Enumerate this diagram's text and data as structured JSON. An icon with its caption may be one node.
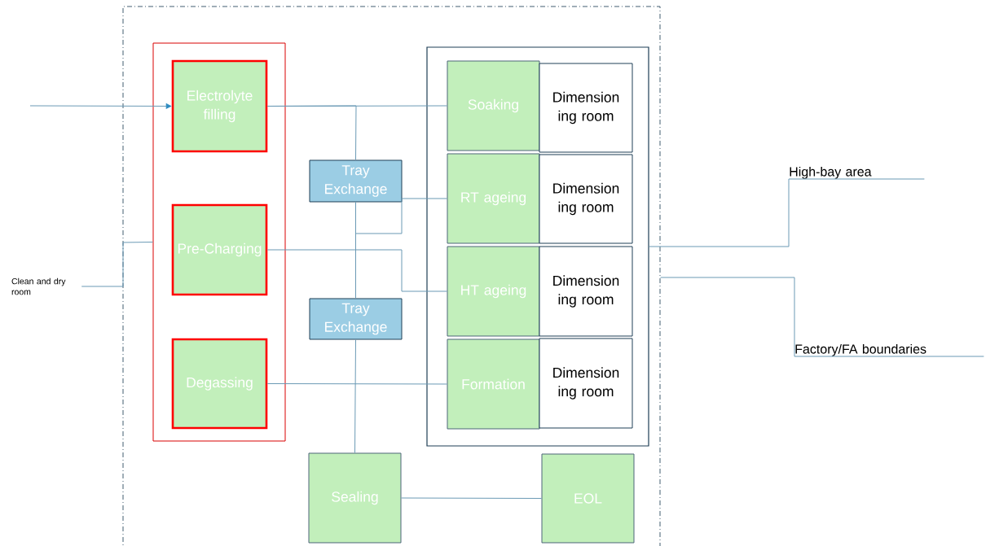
{
  "diagram": {
    "nodes": [
      {
        "text": [],
        "shape": "box"
      },
      {
        "text": [],
        "shape": "box",
        "in": 0
      },
      {
        "text": [
          "Electrolyte filling"
        ],
        "in": 1
      },
      {
        "text": [
          "Pre-Charging"
        ],
        "in": 1
      },
      {
        "text": [
          "Degassing"
        ],
        "in": 1
      },
      {
        "text": [
          "Tray Exchange"
        ],
        "in": 0
      },
      {
        "text": [
          "Tray Exchange"
        ],
        "in": 0
      },
      {
        "text": [],
        "shape": "box",
        "in": 0
      },
      {
        "text": [
          "Soaking"
        ],
        "in": 7
      },
      {
        "text": [
          "Dimension ing room"
        ],
        "in": 7
      },
      {
        "text": [
          "RT ageing"
        ],
        "in": 7
      },
      {
        "text": [
          "Dimension ing room"
        ],
        "in": 7
      },
      {
        "text": [
          "HT ageing"
        ],
        "in": 7
      },
      {
        "text": [
          "Dimension ing room"
        ],
        "in": 7
      },
      {
        "text": [
          "Formation"
        ],
        "in": 7
      },
      {
        "text": [
          "Dimension ing room"
        ],
        "in": 7
      },
      {
        "text": [
          "Sealing"
        ],
        "in": 0
      },
      {
        "text": [
          "EOL"
        ],
        "in": 0
      },
      {
        "text": [
          "Clean and dry room"
        ]
      },
      {
        "text": [
          "High-bay area"
        ]
      },
      {
        "text": [
          "Factory/FA boundaries"
        ]
      }
    ],
    "edges": [
      {
        "from": null,
        "to": 2,
        "arrow": "to"
      },
      {
        "from": 2,
        "to": 8,
        "arrow": "none"
      },
      {
        "from": 2,
        "to": 5,
        "arrow": "none"
      },
      {
        "from": 5,
        "to": 10,
        "arrow": "none"
      },
      {
        "from": 5,
        "to": 6,
        "arrow": "none"
      },
      {
        "from": 3,
        "to": 12,
        "arrow": "none"
      },
      {
        "from": 6,
        "to": 16,
        "arrow": "none"
      },
      {
        "from": 4,
        "to": 14,
        "arrow": "none"
      },
      {
        "from": 16,
        "to": 17,
        "arrow": "none"
      },
      {
        "from": 18,
        "to": 1,
        "arrow": "none"
      },
      {
        "from": 19,
        "to": 7,
        "arrow": "none"
      },
      {
        "from": 20,
        "to": 0,
        "arrow": "none"
      }
    ]
  }
}
